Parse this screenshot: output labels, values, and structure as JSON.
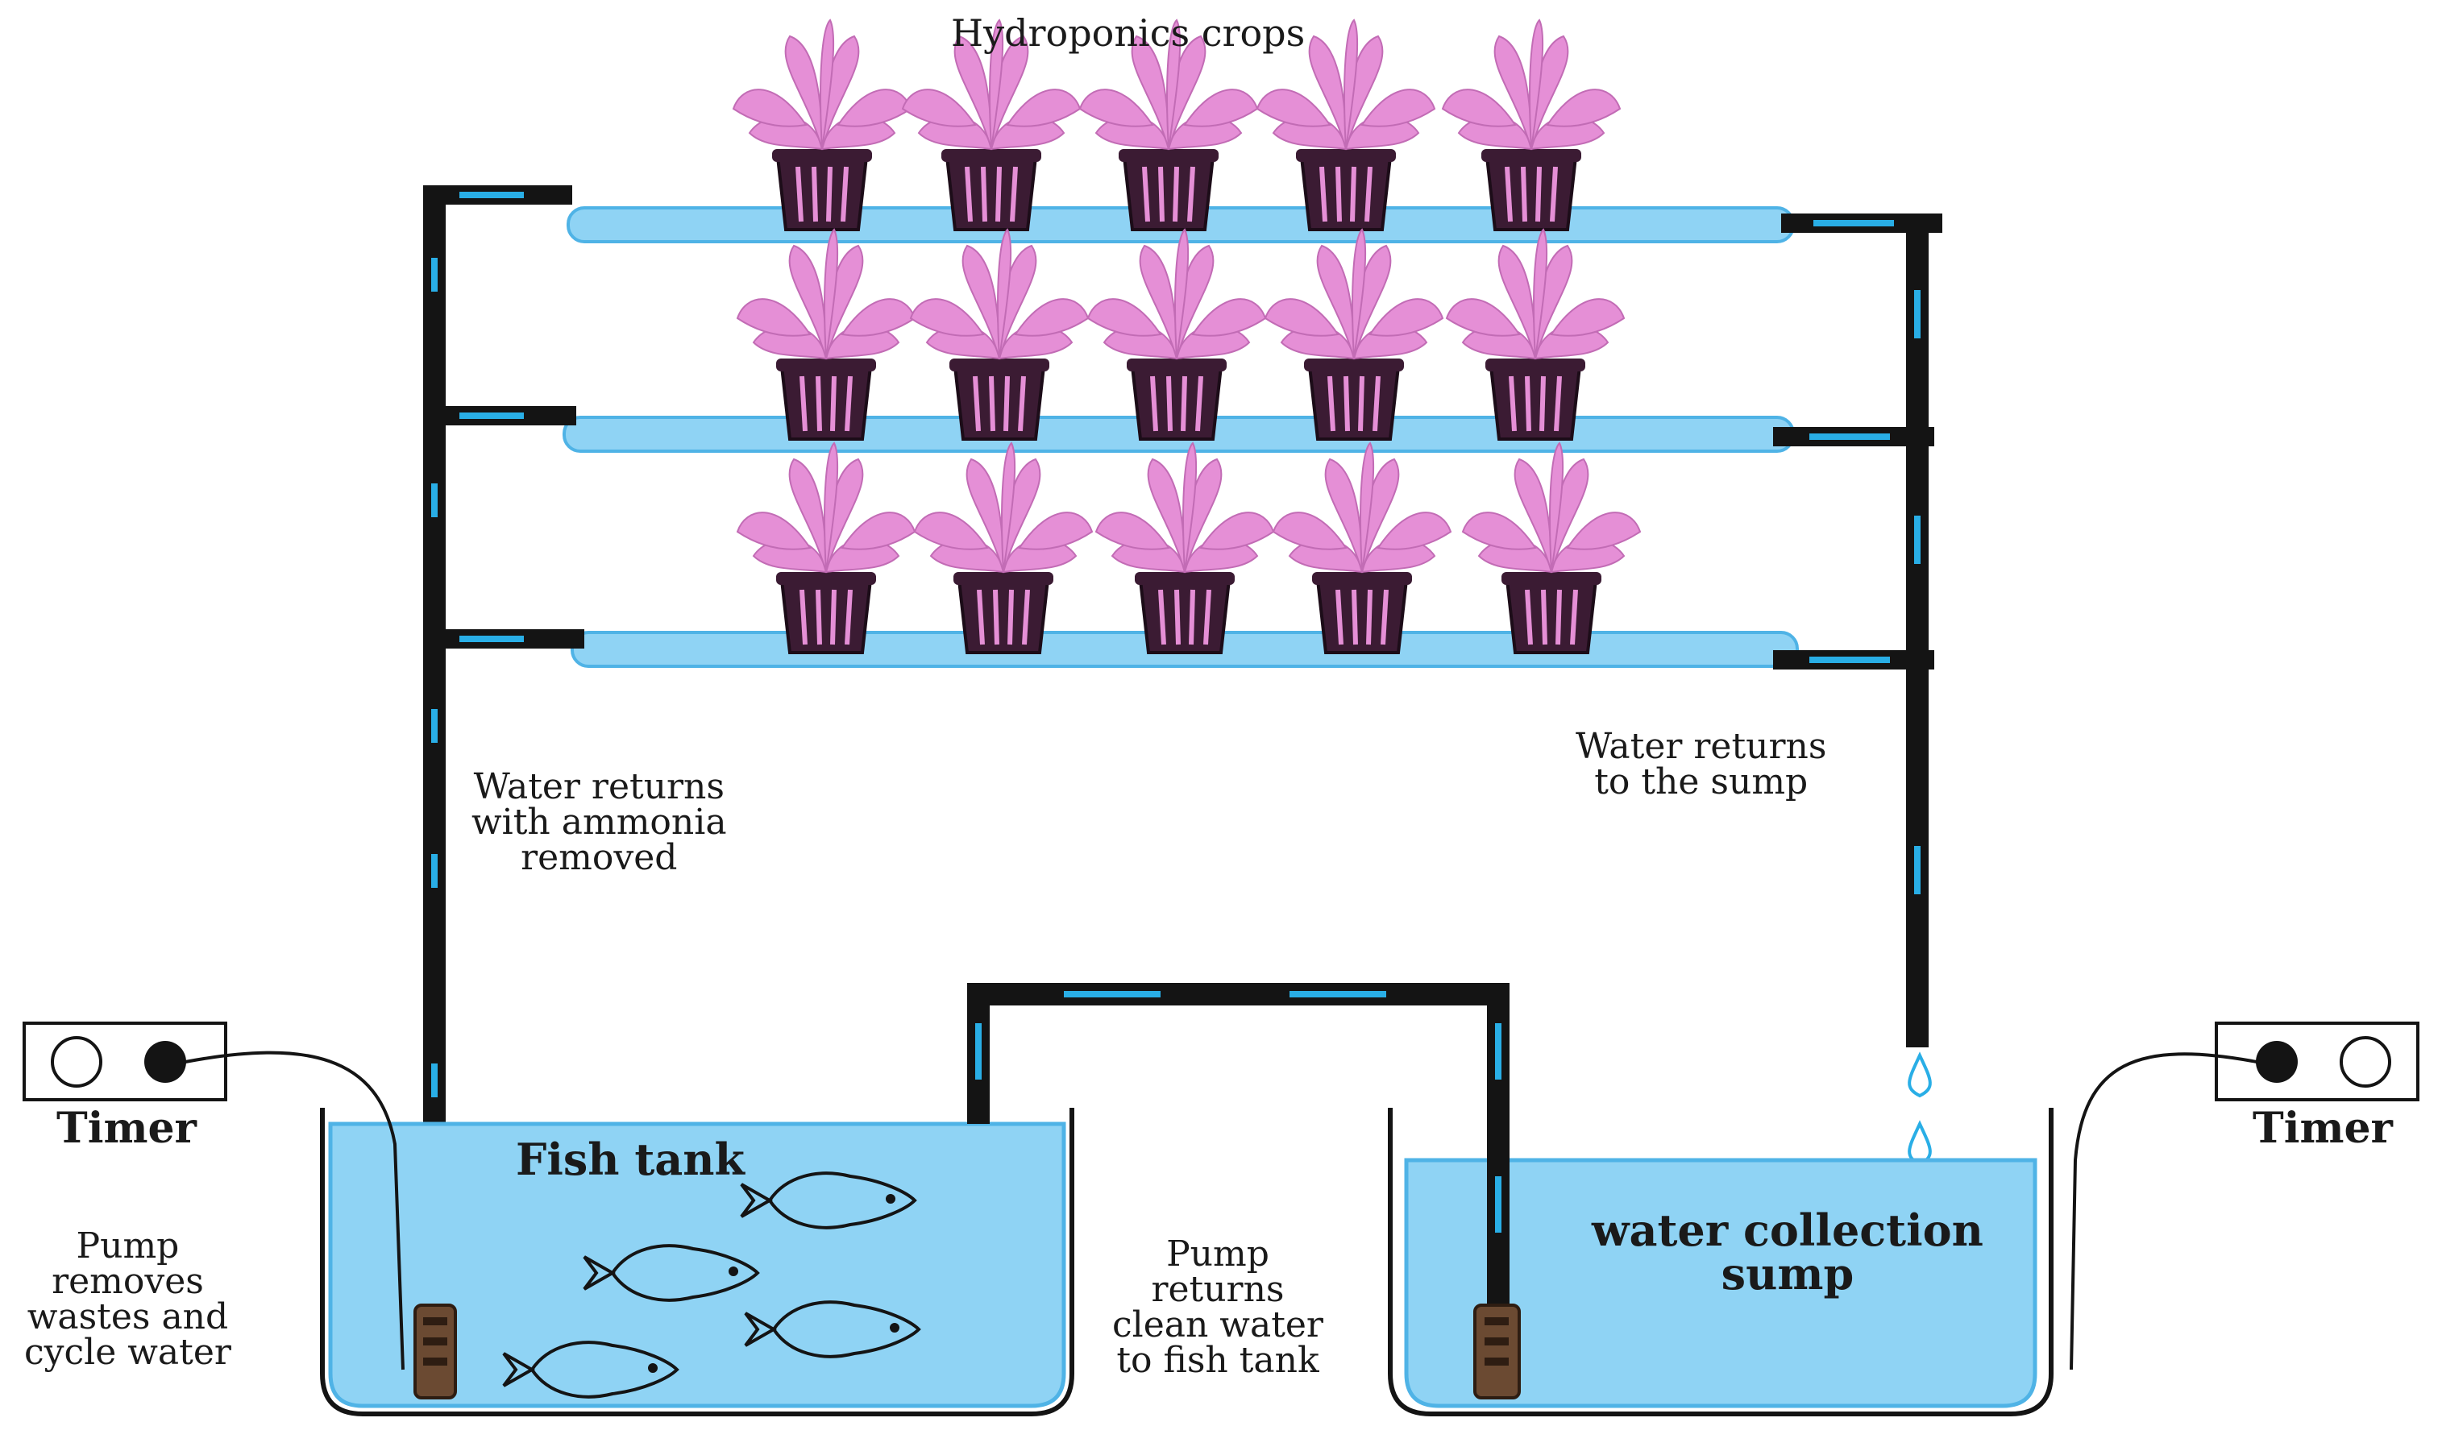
{
  "diagram": {
    "title": "Hydroponics crops",
    "labels": {
      "left_riser": [
        "Water returns",
        "with ammonia",
        "removed"
      ],
      "right_return": [
        "Water returns",
        "to the sump"
      ],
      "left_pump": [
        "Pump",
        "removes",
        "wastes  and",
        "cycle water"
      ],
      "middle_pump": [
        "Pump",
        "returns",
        "clean water",
        "to fish tank"
      ],
      "timer_left": "Timer",
      "timer_right": "Timer",
      "fish_tank": "Fish tank",
      "sump": [
        "water collection",
        "sump"
      ]
    },
    "colors": {
      "water": "#8fd3f4",
      "water_dark": "#4fb3e6",
      "pipe": "#141414",
      "flow_arrow": "#29aee6",
      "plant": "#e58fd6",
      "pot": "#3b1b33",
      "pump": "#6b4a32"
    }
  }
}
